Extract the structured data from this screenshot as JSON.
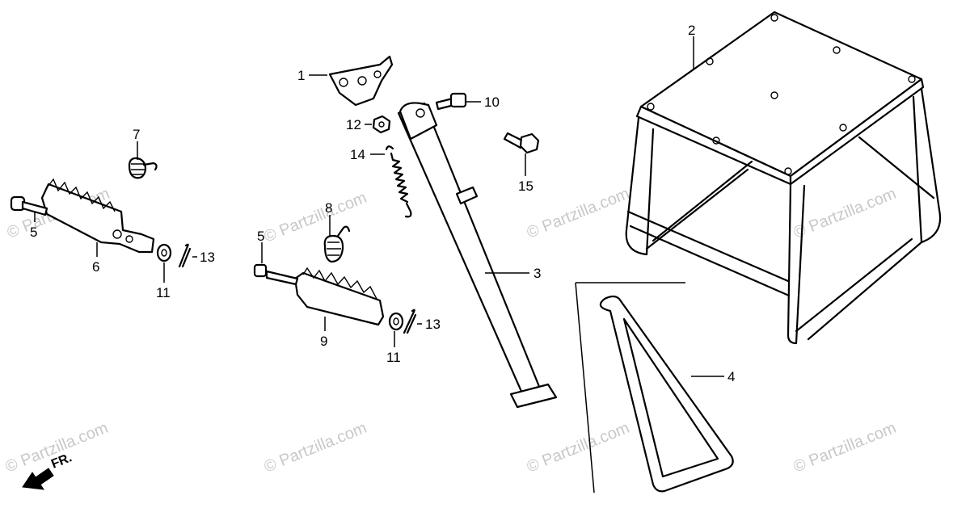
{
  "watermark": {
    "text": "© Partzilla.com"
  },
  "direction_label": "FR.",
  "callouts": [
    {
      "id": "c1",
      "label": "1"
    },
    {
      "id": "c2",
      "label": "2"
    },
    {
      "id": "c3",
      "label": "3"
    },
    {
      "id": "c4",
      "label": "4"
    },
    {
      "id": "c5a",
      "label": "5"
    },
    {
      "id": "c5b",
      "label": "5"
    },
    {
      "id": "c6",
      "label": "6"
    },
    {
      "id": "c7",
      "label": "7"
    },
    {
      "id": "c8",
      "label": "8"
    },
    {
      "id": "c9",
      "label": "9"
    },
    {
      "id": "c10",
      "label": "10"
    },
    {
      "id": "c11a",
      "label": "11"
    },
    {
      "id": "c11b",
      "label": "11"
    },
    {
      "id": "c12",
      "label": "12"
    },
    {
      "id": "c13a",
      "label": "13"
    },
    {
      "id": "c13b",
      "label": "13"
    },
    {
      "id": "c14",
      "label": "14"
    },
    {
      "id": "c15",
      "label": "15"
    }
  ],
  "icons": {
    "direction_arrow": "arrow-down-left-icon"
  }
}
